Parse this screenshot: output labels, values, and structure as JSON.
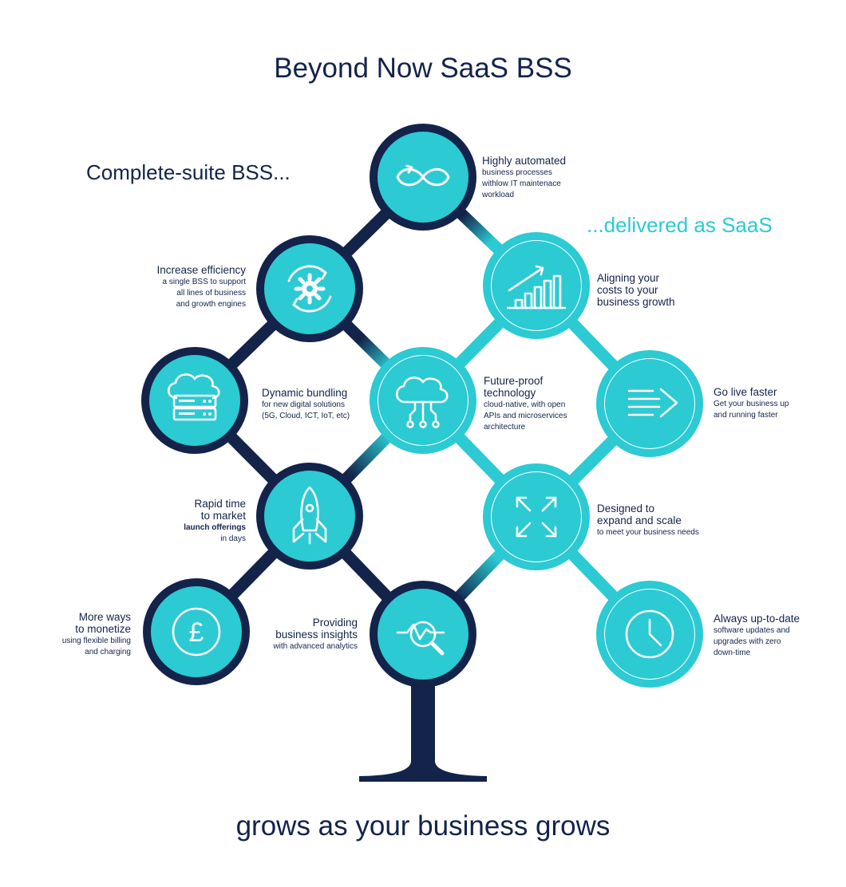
{
  "title": "Beyond Now SaaS BSS",
  "tag_left": "Complete-suite BSS...",
  "tag_right": "...delivered as SaaS",
  "bottom_text": "grows as your business grows",
  "colors": {
    "navy": "#13234a",
    "teal": "#2ccad3",
    "white": "#ffffff"
  },
  "nodes": [
    {
      "id": "automated",
      "icon": "infinity-icon",
      "heading": [
        "Highly automated"
      ],
      "sub": [
        "business processes",
        "withlow IT maintenace",
        "workload"
      ]
    },
    {
      "id": "efficiency",
      "icon": "gear-cycle-icon",
      "heading": [
        "Increase efficiency"
      ],
      "sub": [
        "a single BSS to support",
        "all lines of business",
        "and growth engines"
      ]
    },
    {
      "id": "aligning",
      "icon": "growth-chart-icon",
      "heading": [
        "Aligning your",
        "costs to your",
        "business growth"
      ],
      "sub": []
    },
    {
      "id": "bundling",
      "icon": "cloud-server-icon",
      "heading": [
        "Dynamic bundling"
      ],
      "sub": [
        "for new digital solutions",
        "(5G, Cloud, ICT, IoT, etc)"
      ]
    },
    {
      "id": "futureproof",
      "icon": "cloud-network-icon",
      "heading": [
        "Future-proof",
        "technology"
      ],
      "sub": [
        "cloud-native, with open",
        "APIs and microservices",
        "architecture"
      ]
    },
    {
      "id": "golive",
      "icon": "fast-arrow-icon",
      "heading": [
        "Go live faster"
      ],
      "sub": [
        "Get your business up",
        "and running faster"
      ]
    },
    {
      "id": "rapid",
      "icon": "rocket-icon",
      "heading": [
        "Rapid time",
        "to market"
      ],
      "sub_bold": "launch offerings",
      "sub": [
        "in days"
      ]
    },
    {
      "id": "scale",
      "icon": "expand-arrows-icon",
      "heading": [
        "Designed to",
        "expand and scale"
      ],
      "sub": [
        "to meet your business needs"
      ]
    },
    {
      "id": "monetize",
      "icon": "pound-icon",
      "heading": [
        "More ways",
        "to monetize"
      ],
      "sub": [
        "using flexible billing",
        "and charging"
      ]
    },
    {
      "id": "insights",
      "icon": "analytics-magnifier-icon",
      "heading": [
        "Providing",
        "business insights"
      ],
      "sub": [
        "with advanced analytics"
      ]
    },
    {
      "id": "uptodate",
      "icon": "clock-icon",
      "heading": [
        "Always up-to-date"
      ],
      "sub": [
        "software updates and",
        "upgrades with zero",
        "down-time"
      ]
    }
  ]
}
